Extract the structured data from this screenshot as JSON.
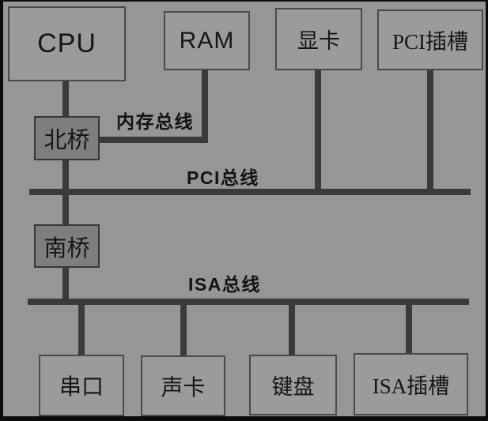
{
  "diagram": {
    "title": "motherboard-chipset-bus-diagram",
    "boxes": {
      "cpu": {
        "label": "CPU"
      },
      "ram": {
        "label": "RAM"
      },
      "gpu": {
        "label": "显卡"
      },
      "pci_slot": {
        "label": "PCI插槽"
      },
      "north_bridge": {
        "label": "北桥"
      },
      "south_bridge": {
        "label": "南桥"
      },
      "serial_port": {
        "label": "串口"
      },
      "sound_card": {
        "label": "声卡"
      },
      "keyboard": {
        "label": "键盘"
      },
      "isa_slot": {
        "label": "ISA插槽"
      }
    },
    "bus_labels": {
      "memory_bus": {
        "label": "内存总线"
      },
      "pci_bus": {
        "label": "PCI总线"
      },
      "isa_bus": {
        "label": "ISA总线"
      }
    },
    "connections": [
      "CPU — 北桥",
      "RAM — 北桥 (内存总线)",
      "北桥 — PCI总线",
      "显卡 — PCI总线",
      "PCI插槽 — PCI总线",
      "PCI总线 — 南桥",
      "南桥 — ISA总线",
      "串口 — ISA总线",
      "声卡 — ISA总线",
      "键盘 — ISA总线",
      "ISA插槽 — ISA总线"
    ],
    "colors": {
      "background": "#969696",
      "frame": "#0c0c0c",
      "box_fill": "#9b9b9b",
      "bridge_fill": "#7e7e7e",
      "box_border": "#4a4a4a",
      "connector": "#3a3a3a",
      "text": "#141414"
    }
  }
}
